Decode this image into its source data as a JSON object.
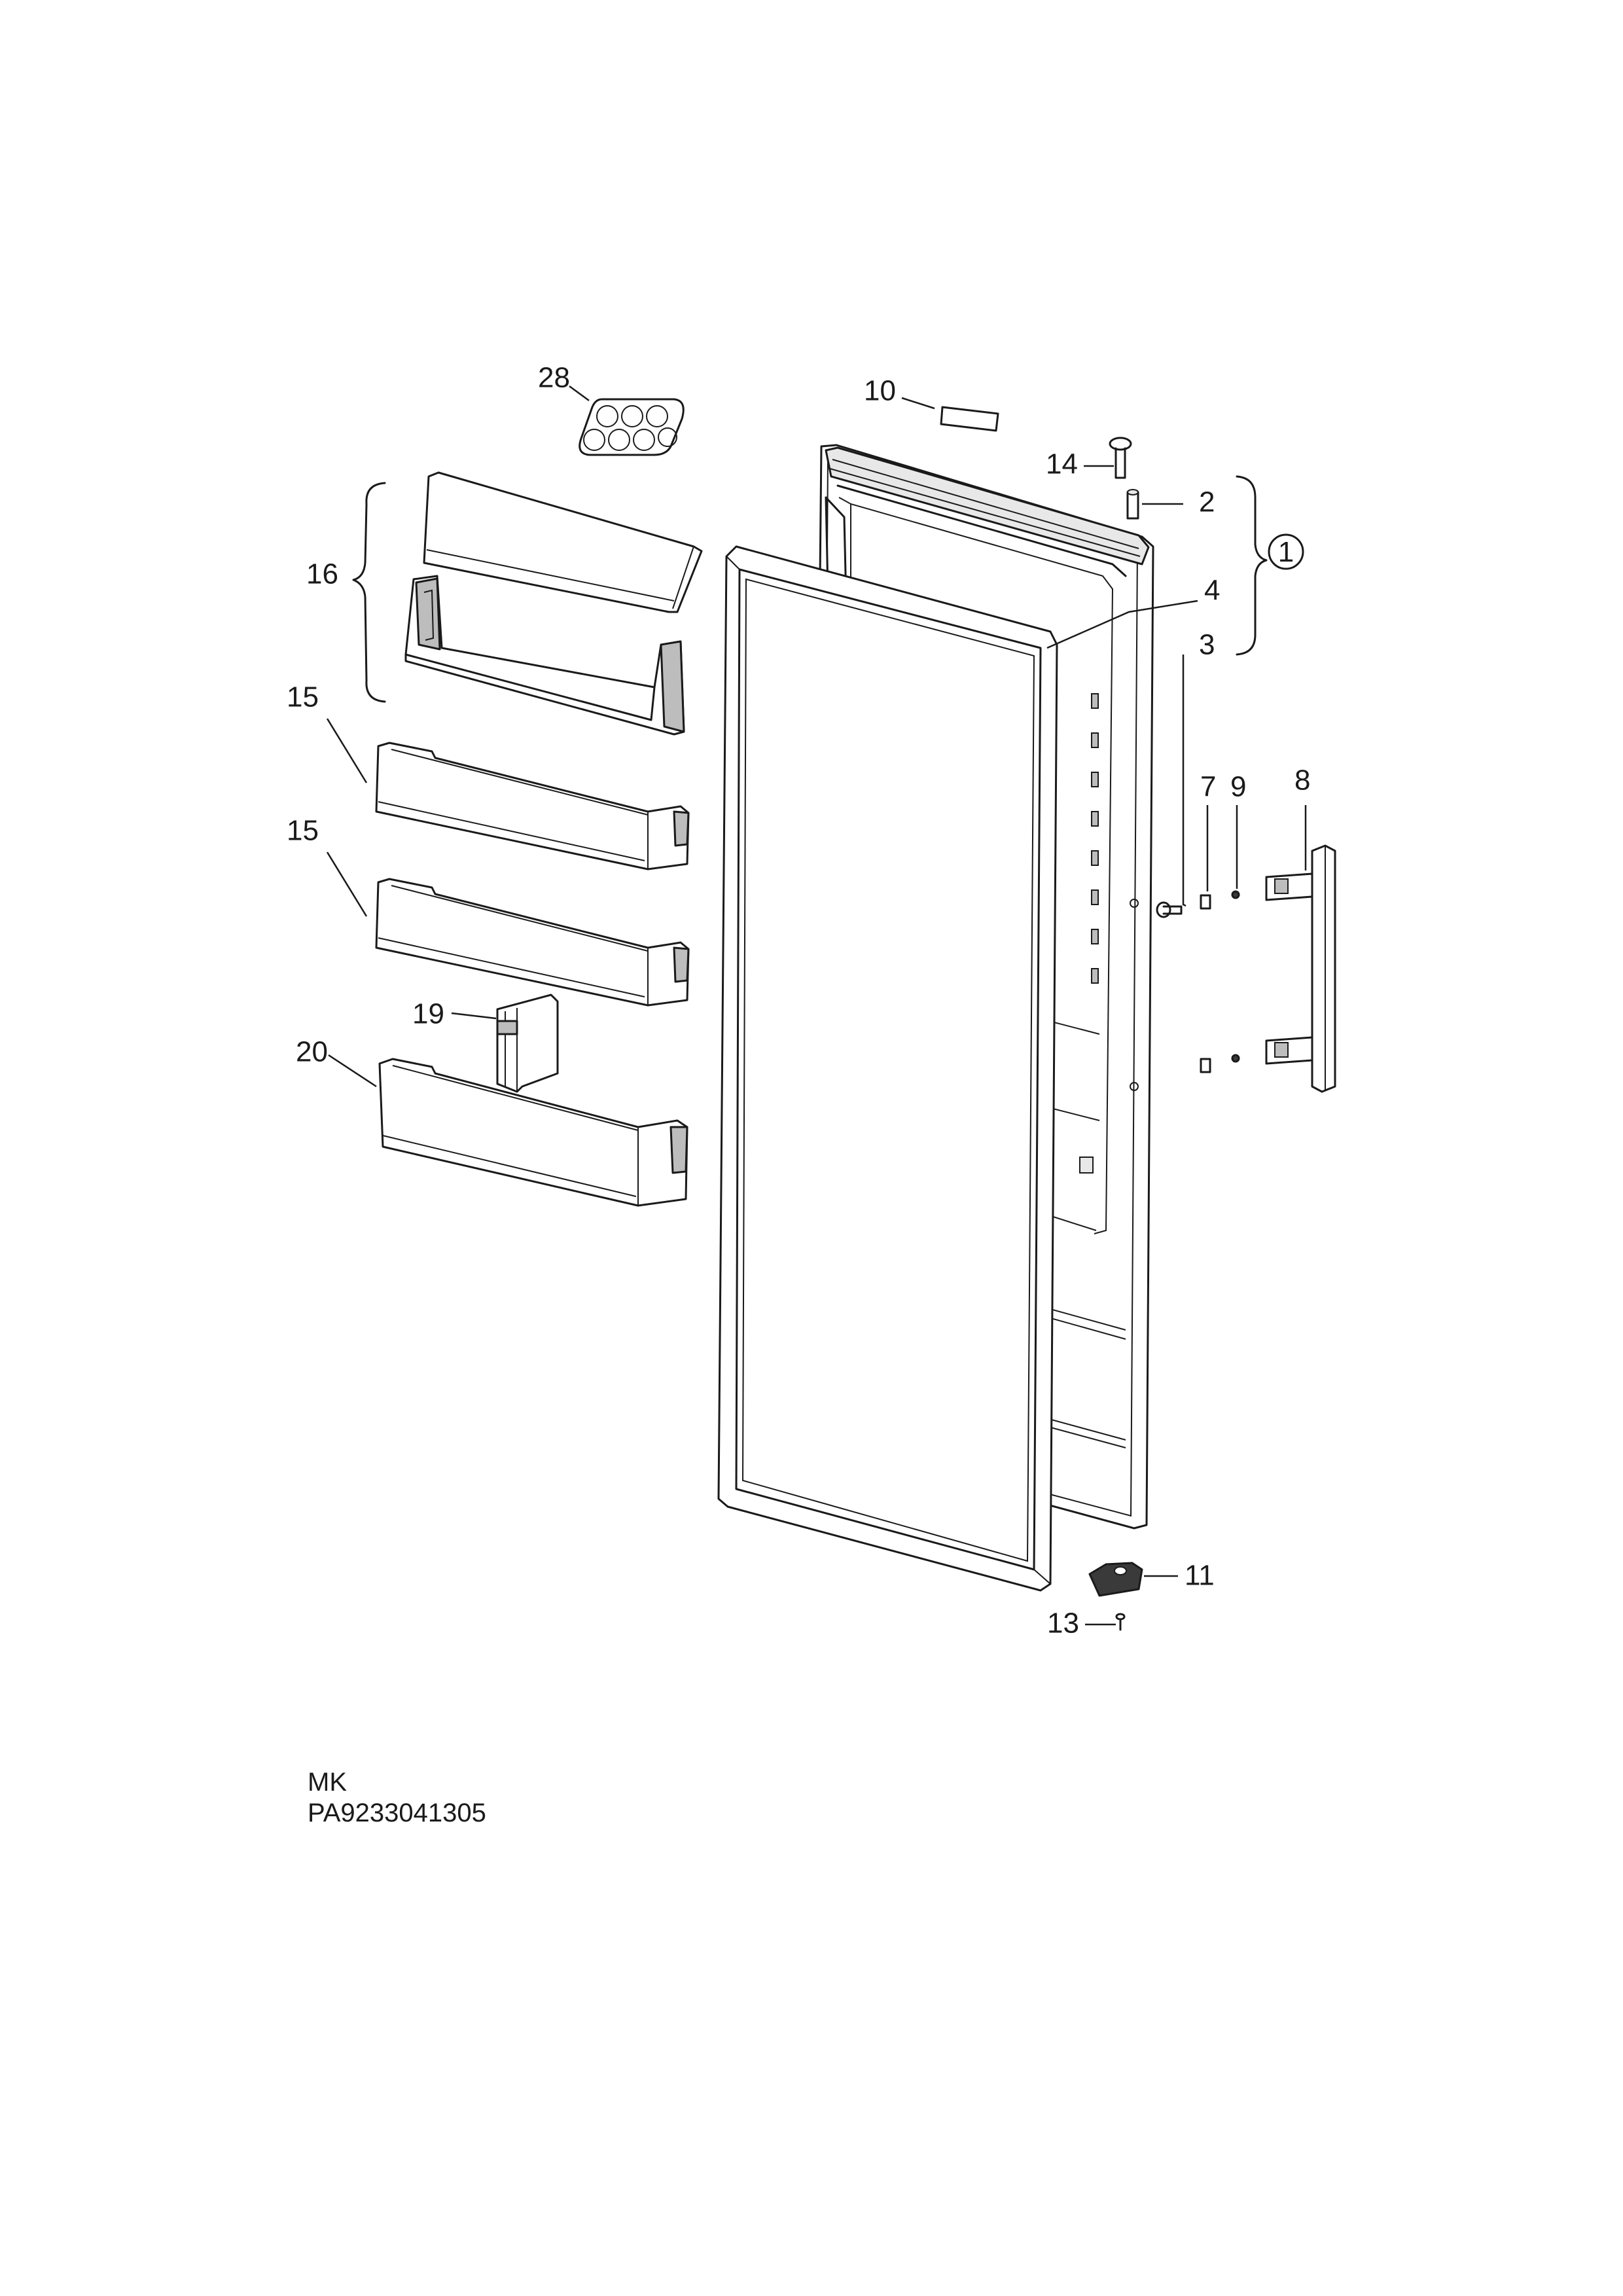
{
  "labels": {
    "p1": "1",
    "p2": "2",
    "p3": "3",
    "p4": "4",
    "p7": "7",
    "p8": "8",
    "p9": "9",
    "p10": "10",
    "p11": "11",
    "p13": "13",
    "p14": "14",
    "p15a": "15",
    "p15b": "15",
    "p16": "16",
    "p19": "19",
    "p20": "20",
    "p28": "28"
  },
  "footer": {
    "line1": "MK",
    "line2": "PA9233041305"
  }
}
